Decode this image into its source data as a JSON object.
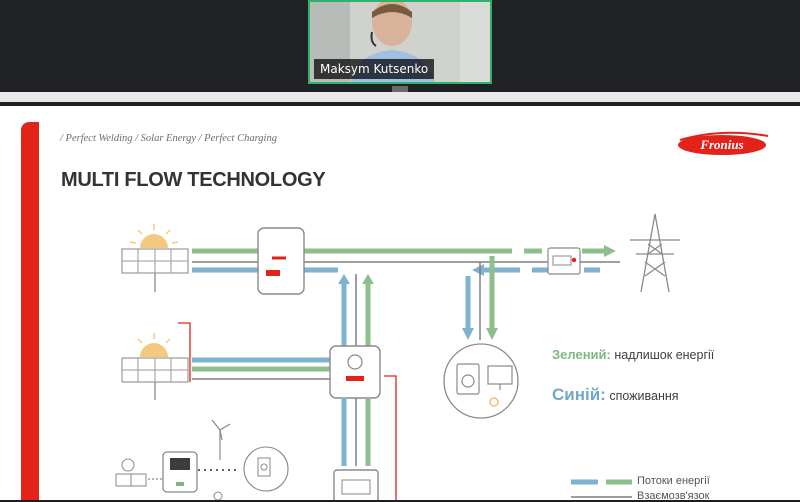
{
  "meeting": {
    "participant_name": "Maksym Kutsenko"
  },
  "slide": {
    "breadcrumb": "/ Perfect Welding / Solar Energy / Perfect Charging",
    "logo": "Fronius",
    "title": "MULTI FLOW TECHNOLOGY",
    "legend": {
      "green_key": "Зелений",
      "green_desc": "надлишок енергії",
      "blue_key": "Синій",
      "blue_desc": "споживання",
      "energy_flows": "Потоки енергії",
      "communication": "Взаємозв'язок"
    }
  },
  "colors": {
    "green_flow": "#8dbf8c",
    "blue_flow": "#7fb2cf",
    "brand_red": "#e2231a",
    "meeting_frame": "#2fb36b"
  },
  "icons": [
    "solar-panel-icon",
    "sun-icon",
    "inverter-icon",
    "meter-icon",
    "power-pylon-icon",
    "battery-icon",
    "home-appliances-icon",
    "wind-turbine-icon"
  ]
}
